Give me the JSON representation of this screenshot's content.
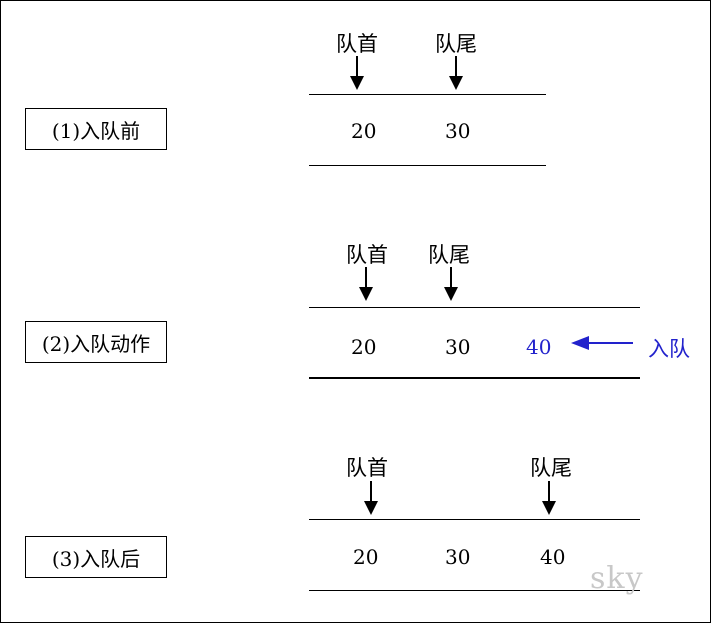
{
  "colors": {
    "line": "#000000",
    "accent": "#2222cc",
    "watermark": "#c8c8c8"
  },
  "stage1": {
    "label": "(1)入队前",
    "head_label": "队首",
    "tail_label": "队尾",
    "values": [
      "20",
      "30"
    ]
  },
  "stage2": {
    "label": "(2)入队动作",
    "head_label": "队首",
    "tail_label": "队尾",
    "values": [
      "20",
      "30",
      "40"
    ],
    "enqueue_label": "入队"
  },
  "stage3": {
    "label": "(3)入队后",
    "head_label": "队首",
    "tail_label": "队尾",
    "values": [
      "20",
      "30",
      "40"
    ]
  },
  "watermark": "sky"
}
